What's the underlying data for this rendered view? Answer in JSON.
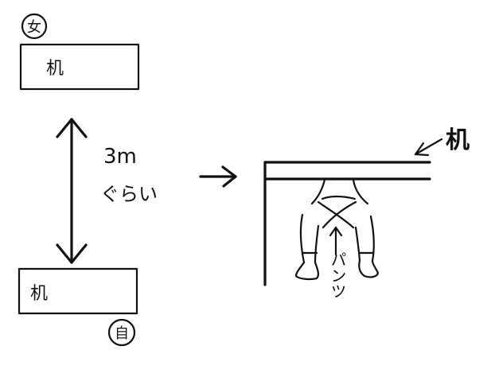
{
  "diagram": {
    "female_badge": "女",
    "self_badge": "自",
    "top_desk_label": "机",
    "bottom_desk_label": "机",
    "distance_label_line1": "3m",
    "distance_label_line2": "ぐらい",
    "table_label": "机",
    "panties_label": "パンツ"
  }
}
